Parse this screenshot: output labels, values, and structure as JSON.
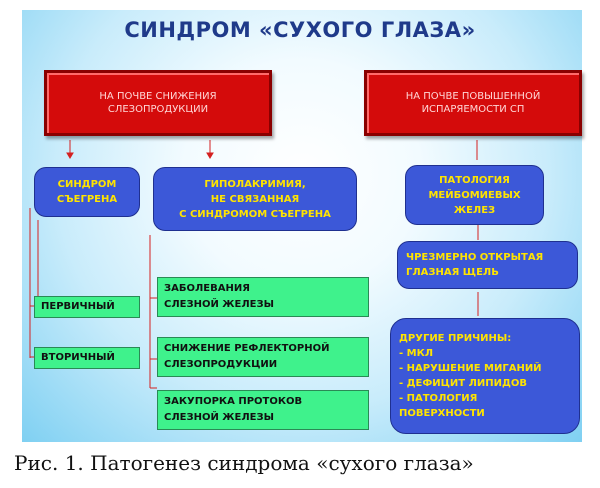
{
  "title": "СИНДРОМ «СУХОГО ГЛАЗА»",
  "causes": {
    "left": "НА ПОЧВЕ СНИЖЕНИЯ\nСЛЕЗОПРОДУКЦИИ",
    "right": "НА ПОЧВЕ ПОВЫШЕННОЙ\nИСПАРЯЕМОСТИ СП"
  },
  "nodes": {
    "sjogren": "СИНДРОМ\nСЪЕГРЕНА",
    "hypolacrimia": "ГИПОЛАКРИМИЯ,\nНЕ СВЯЗАННАЯ\nС СИНДРОМОМ СЪЕГРЕНА",
    "meibomian": "ПАТОЛОГИЯ\nМЕЙБОМИЕВЫХ\nЖЕЛЕЗ",
    "wide_fissure": "ЧРЕЗМЕРНО ОТКРЫТАЯ\nГЛАЗНАЯ ЩЕЛЬ",
    "other_causes": "ДРУГИЕ ПРИЧИНЫ:\n- МКЛ\n- НАРУШЕНИЕ МИГАНИЙ\n- ДЕФИЦИТ ЛИПИДОВ\n- ПАТОЛОГИЯ\n  ПОВЕРХНОСТИ"
  },
  "sjogren_types": [
    "ПЕРВИЧНЫЙ",
    "ВТОРИЧНЫЙ"
  ],
  "hypolacrimia_causes": [
    "ЗАБОЛЕВАНИЯ\nСЛЕЗНОЙ ЖЕЛЕЗЫ",
    "СНИЖЕНИЕ РЕФЛЕКТОРНОЙ\nСЛЕЗОПРОДУКЦИИ",
    "ЗАКУПОРКА ПРОТОКОВ\nСЛЕЗНОЙ ЖЕЛЕЗЫ"
  ],
  "caption": "Рис. 1. Патогенез синдрома «сухого глаза»",
  "colors": {
    "red_box": "#d40b0b",
    "blue_box": "#3c58d8",
    "blue_text": "#ffe400",
    "green_box": "#3ff28c",
    "connector": "#d42020"
  }
}
